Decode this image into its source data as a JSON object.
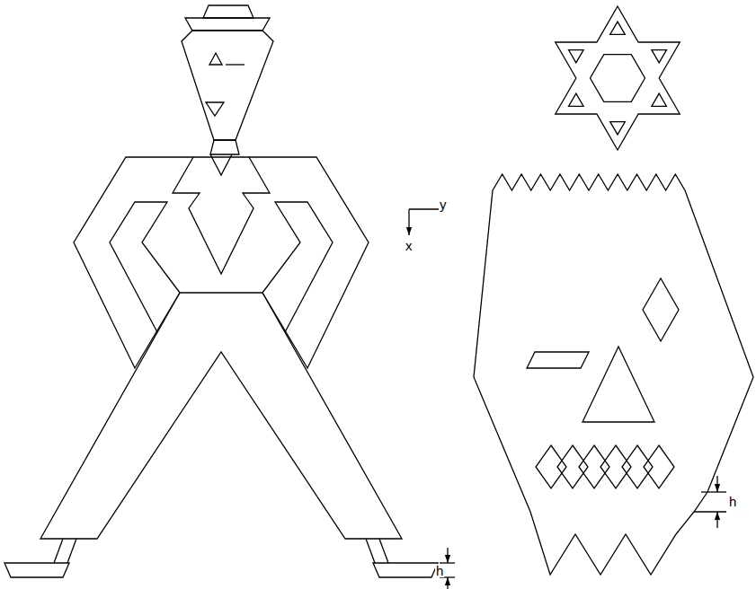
{
  "diagram": {
    "labels": [
      "y",
      "x",
      "h",
      "h"
    ]
  }
}
